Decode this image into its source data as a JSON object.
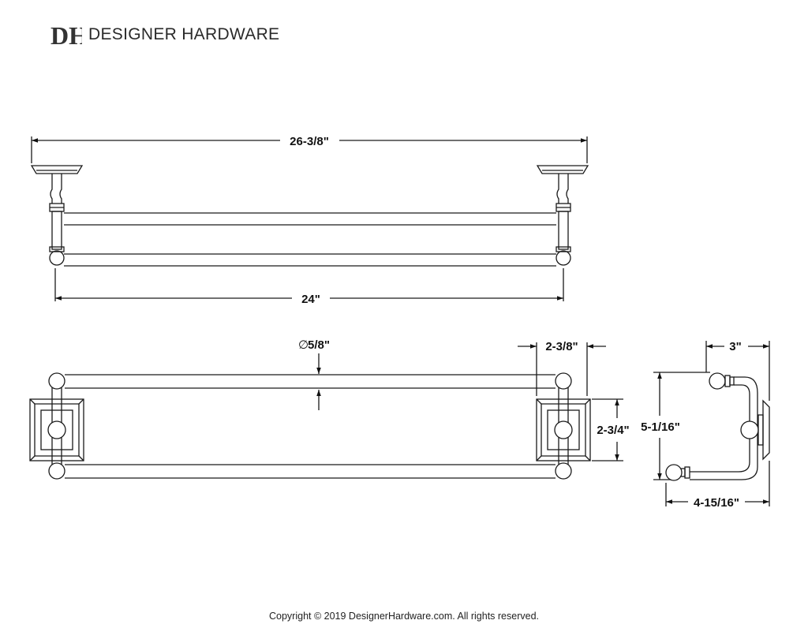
{
  "brand": {
    "logo_text": "DH",
    "name": "DESIGNER HARDWARE"
  },
  "dimensions": {
    "front_overall_width": "26-3/8\"",
    "front_bar_length": "24\"",
    "top_bar_diameter": "5/8\"",
    "top_plate_offset": "2-3/8\"",
    "top_plate_height": "2-3/4\"",
    "side_projection": "3\"",
    "side_height": "5-1/16\"",
    "side_depth": "4-15/16\""
  },
  "symbols": {
    "diameter": "∅"
  },
  "footer": {
    "copyright": "Copyright © 2019 DesignerHardware.com. All rights reserved."
  },
  "colors": {
    "line": "#1a1a1a",
    "background": "#ffffff"
  }
}
